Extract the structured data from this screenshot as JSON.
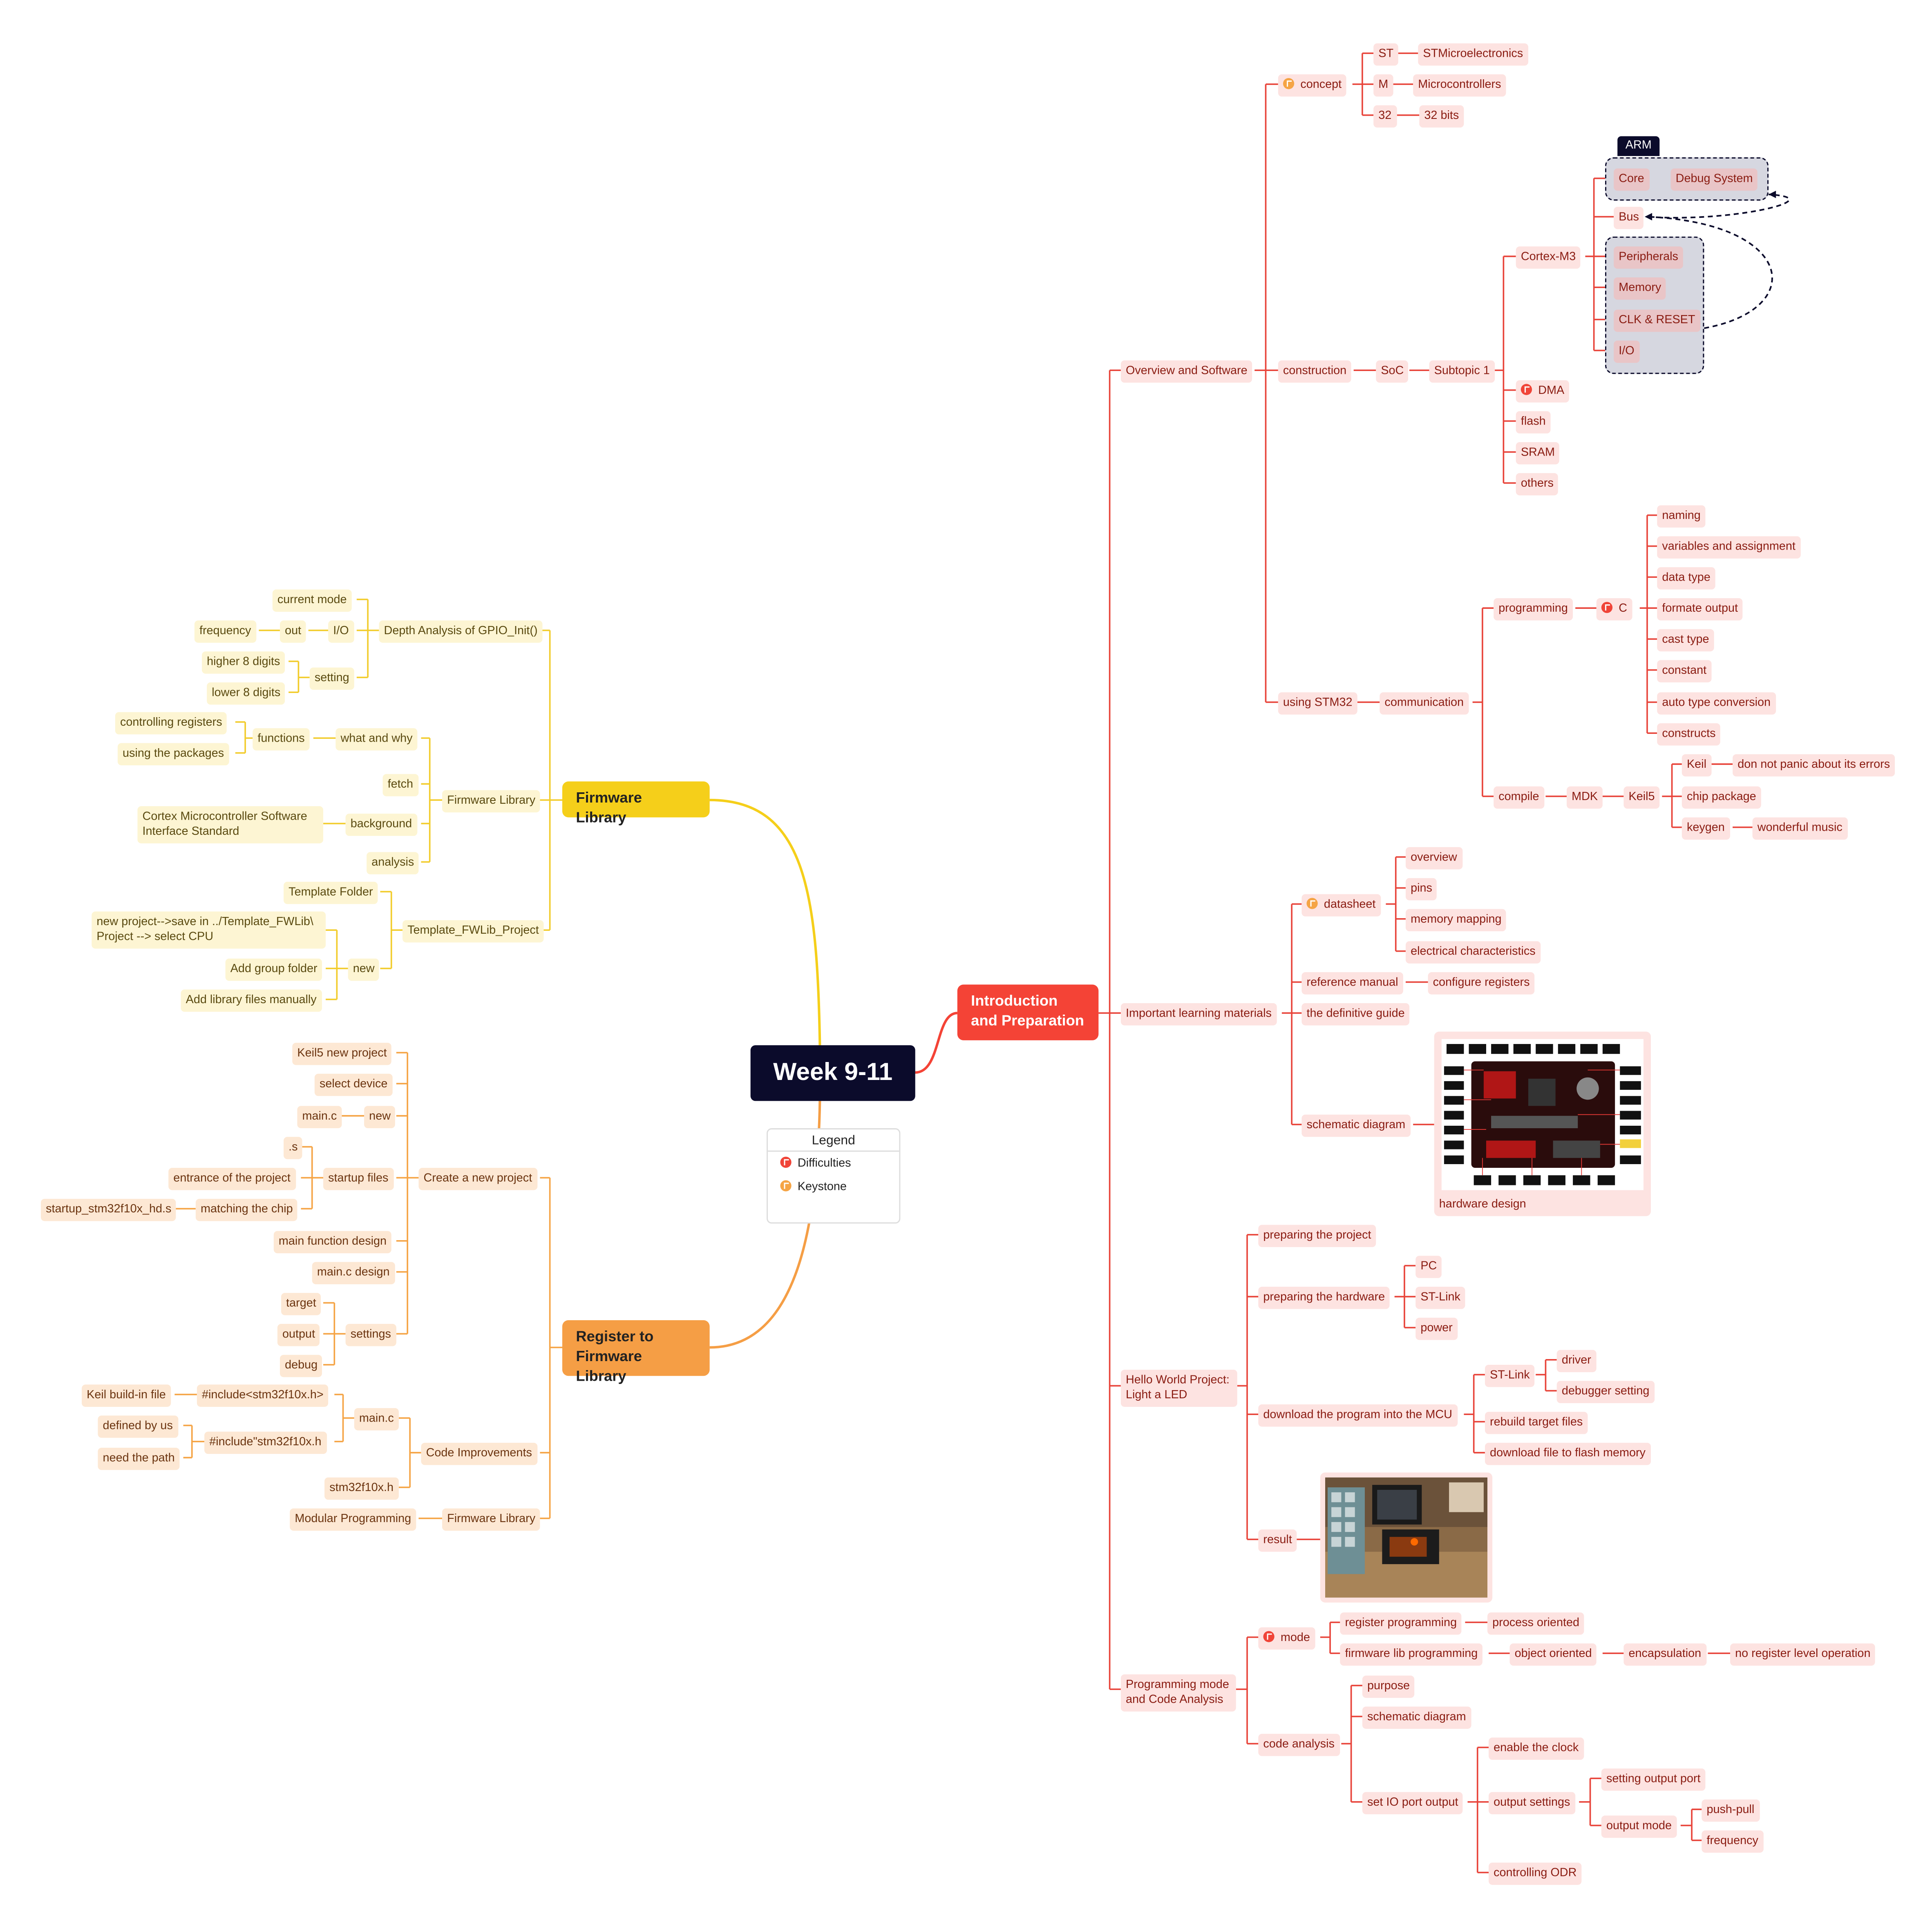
{
  "root": {
    "title": "Week 9-11"
  },
  "legend": {
    "title": "Legend",
    "items": [
      {
        "label": "Difficulties",
        "icon": "red-flag-icon",
        "color": "#f04438"
      },
      {
        "label": "Keystone",
        "icon": "orange-flag-icon",
        "color": "#f5a445"
      }
    ]
  },
  "colors": {
    "intro": "#f44336",
    "firmware": "#f5cf1a",
    "register": "#f59e45",
    "root": "#0b0b2b"
  },
  "topics": {
    "intro": "Introduction and Preparation",
    "firmware": "Firmware Library",
    "register": "Register to Firmware Library"
  },
  "intro": {
    "overview": "Overview and Software",
    "concept": "concept",
    "st": "ST",
    "st_full": "STMicroelectronics",
    "m": "M",
    "m_full": "Microcontrollers",
    "n32": "32",
    "n32_full": "32 bits",
    "construction": "construction",
    "soc": "SoC",
    "subtopic": "Subtopic 1",
    "cortex": "Cortex-M3",
    "arm": "ARM",
    "core": "Core",
    "debug": "Debug System",
    "bus": "Bus",
    "peripherals": "Peripherals",
    "memory": "Memory",
    "clk": "CLK & RESET",
    "io": "I/O",
    "dma": "DMA",
    "flash": "flash",
    "sram": "SRAM",
    "others": "others",
    "using": "using STM32",
    "communication": "communication",
    "programming": "programming",
    "c": "C",
    "c_items": [
      "naming",
      "variables and assignment",
      "data type",
      "formate output",
      "cast type",
      "constant",
      "auto type conversion",
      "constructs"
    ],
    "compile": "compile",
    "mdk": "MDK",
    "keil5": "Keil5",
    "keil": "Keil",
    "keil_note": "don not panic about its errors",
    "chip_package": "chip package",
    "keygen": "keygen",
    "keygen_note": "wonderful music",
    "learning": "Important learning materials",
    "datasheet": "datasheet",
    "ds_items": [
      "overview",
      "pins",
      "memory mapping",
      "electrical characteristics"
    ],
    "reference": "reference manual",
    "configure": "configure registers",
    "definitive": "the definitive guide",
    "schematic": "schematic diagram",
    "hw_caption": "hardware design",
    "hello": "Hello World Project: Light a LED",
    "prep_project": "preparing the project",
    "prep_hw": "preparing the hardware",
    "hw_items": [
      "PC",
      "ST-Link",
      "power"
    ],
    "download": "download the program into the MCU",
    "stlink": "ST-Link",
    "driver": "driver",
    "debugger": "debugger setting",
    "rebuild": "rebuild target files",
    "download_file": "download file to flash memory",
    "result": "result",
    "progmode": "Programming mode and Code Analysis",
    "mode": "mode",
    "reg_prog": "register programming",
    "process": "process oriented",
    "fw_prog": "firmware lib programming",
    "object": "object oriented",
    "encap": "encapsulation",
    "noreg": "no register level operation",
    "code_analysis": "code analysis",
    "purpose": "purpose",
    "schematic2": "schematic diagram",
    "setio": "set IO port output",
    "enable_clock": "enable the clock",
    "output_settings": "output settings",
    "setting_port": "setting output port",
    "output_mode": "output mode",
    "pushpull": "push-pull",
    "frequency": "frequency",
    "odr": "controlling ODR"
  },
  "firmware": {
    "depth": "Depth Analysis of GPIO_Init()",
    "current_mode": "current mode",
    "io": "I/O",
    "out": "out",
    "frequency": "frequency",
    "setting": "setting",
    "higher": "higher 8 digits",
    "lower": "lower 8 digits",
    "fwlib": "Firmware Library",
    "whatwhy": "what and why",
    "functions": "functions",
    "ctrl_reg": "controlling registers",
    "using_pkg": "using the packages",
    "fetch": "fetch",
    "background": "background",
    "cmsis": "Cortex Microcontroller Software Interface Standard",
    "analysis": "analysis",
    "template": "Template_FWLib_Project",
    "template_folder": "Template Folder",
    "new": "new",
    "new_project": "new project-->save in ../Template_FWLib\\ Project --> select CPU",
    "add_group": "Add group folder",
    "add_lib": "Add library files manually"
  },
  "register": {
    "create": "Create a new project",
    "keil5_new": "Keil5 new project",
    "select_device": "select device",
    "new": "new",
    "main_c": "main.c",
    "startup": "startup files",
    "s": ".s",
    "entrance": "entrance of the project",
    "matching": "matching the chip",
    "startup_file": "startup_stm32f10x_hd.s",
    "main_func": "main function design",
    "main_c_design": "main.c design",
    "settings": "settings",
    "target": "target",
    "output": "output",
    "debug": "debug",
    "code_impr": "Code Improvements",
    "main_c2": "main.c",
    "include_sys": "#include<stm32f10x.h>",
    "keil_builtin": "Keil build-in file",
    "include_user": "#include\"stm32f10x.h",
    "defined": "defined by us",
    "need_path": "need the path",
    "stm_h": "stm32f10x.h",
    "fwlib": "Firmware Library",
    "modular": "Modular Programming"
  }
}
